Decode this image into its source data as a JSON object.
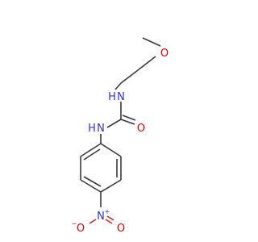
{
  "molecule": {
    "atoms": {
      "o_methoxy": "O",
      "n_upper": "N",
      "h_upper": "H",
      "o_carbonyl": "O",
      "n_lower": "N",
      "h_lower": "H",
      "n_nitro": "N",
      "n_nitro_charge": "+",
      "o_nitro_left": "O",
      "o_nitro_left_charge": "−",
      "o_nitro_right": "O"
    },
    "colors": {
      "bond": "#3a3a3a",
      "nitrogen": "#3333cc",
      "oxygen": "#e00000"
    }
  }
}
